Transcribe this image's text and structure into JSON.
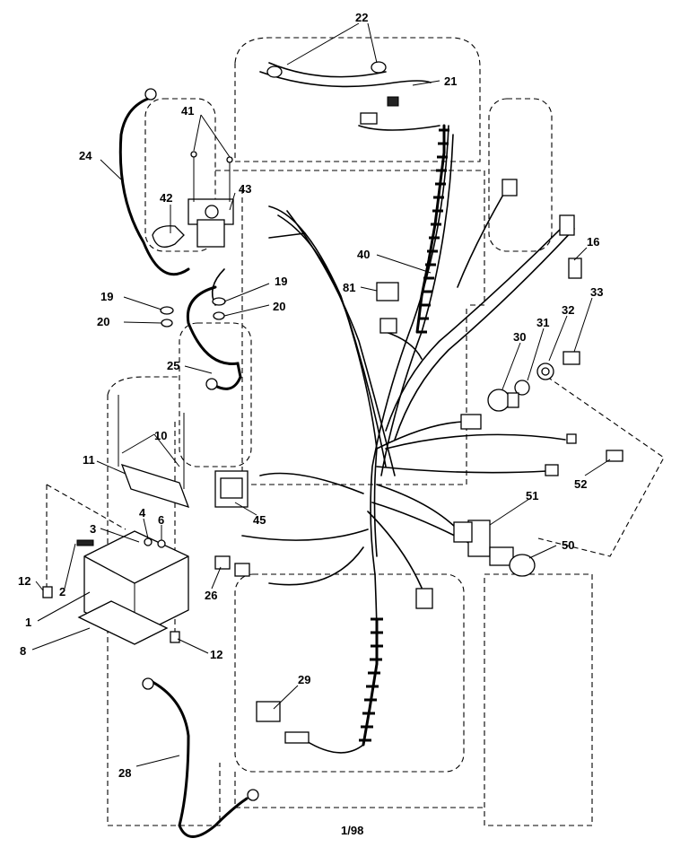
{
  "diagram": {
    "footer_code": "1/98",
    "callouts": {
      "c1": "1",
      "c2": "2",
      "c3": "3",
      "c4": "4",
      "c6": "6",
      "c8": "8",
      "c10": "10",
      "c11": "11",
      "c12a": "12",
      "c12b": "12",
      "c16": "16",
      "c19a": "19",
      "c19b": "19",
      "c20a": "20",
      "c20b": "20",
      "c21": "21",
      "c22": "22",
      "c24": "24",
      "c25": "25",
      "c26": "26",
      "c28": "28",
      "c29": "29",
      "c30": "30",
      "c31": "31",
      "c32": "32",
      "c33": "33",
      "c40": "40",
      "c41": "41",
      "c42": "42",
      "c43": "43",
      "c45": "45",
      "c50": "50",
      "c51": "51",
      "c52": "52",
      "c81": "81"
    }
  }
}
